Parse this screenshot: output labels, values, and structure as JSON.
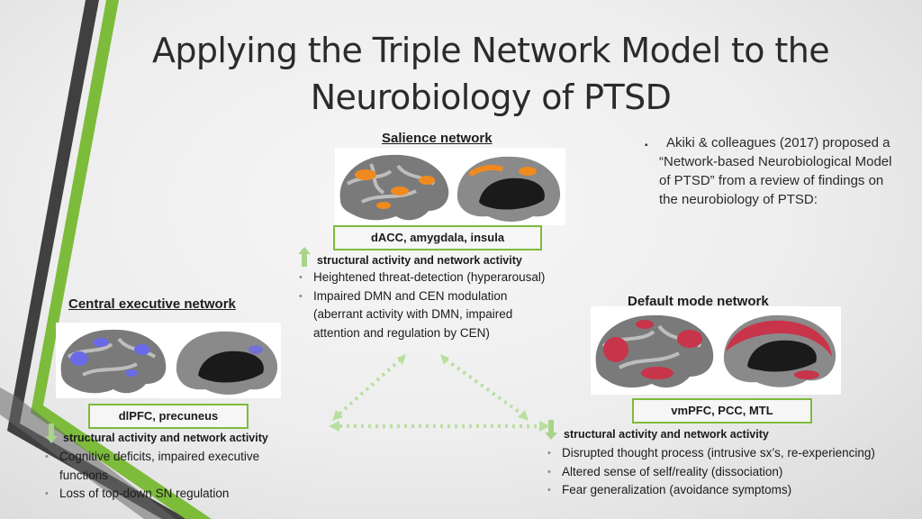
{
  "slide": {
    "title_line1": "Applying the Triple Network Model to the",
    "title_line2": "Neurobiology of PTSD"
  },
  "intro": {
    "bullet_symbol": "▪",
    "text": "Akiki & colleagues (2017) proposed a “Network-based Neurobiological Model of PTSD” from a review of findings on the neurobiology of PTSD:"
  },
  "salience": {
    "title": "Salience network",
    "regions": "dACC, amygdala, insula",
    "change_label": "structural activity and network activity",
    "bullets": [
      "Heightened threat-detection (hyperarousal)",
      "Impaired DMN and CEN modulation (aberrant activity with DMN, impaired attention and regulation by CEN)"
    ],
    "highlight_color": "#f08a1e",
    "direction": "up"
  },
  "central_executive": {
    "title": "Central executive network",
    "regions": "dlPFC, precuneus",
    "change_label": "structural activity and network activity",
    "bullets": [
      "Cognitive deficits, impaired executive functions",
      "Loss of top-down SN regulation"
    ],
    "highlight_color": "#6a6ae8",
    "direction": "down"
  },
  "default_mode": {
    "title": "Default mode network",
    "regions": "vmPFC, PCC, MTL",
    "change_label": "structural activity and network activity",
    "bullets": [
      "Disrupted thought process (intrusive sx’s, re-experiencing)",
      "Altered sense of self/reality (dissociation)",
      "Fear generalization (avoidance symptoms)"
    ],
    "highlight_color": "#c8344a",
    "direction": "down"
  },
  "colors": {
    "accent_green": "#7dbb3b",
    "dark_stripe": "#3a3a3a",
    "arrow_green": "#a8d48a"
  }
}
